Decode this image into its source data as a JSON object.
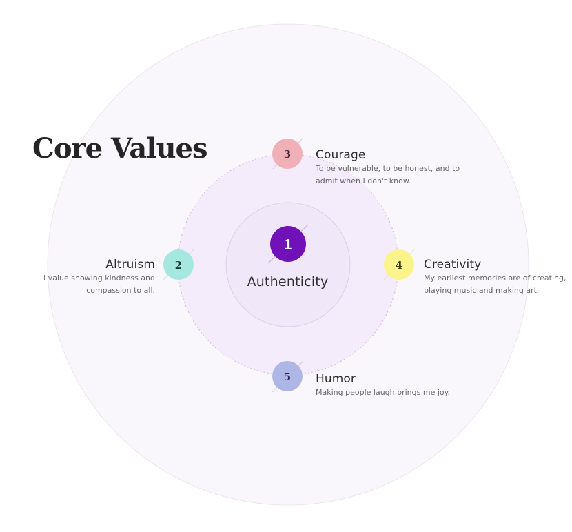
{
  "title": "Core Values",
  "center": {
    "number": "1",
    "label": "Authenticity",
    "color": "#7112b8"
  },
  "values": [
    {
      "key": "altruism",
      "number": "2",
      "label": "Altruism",
      "description_lines": [
        "I value showing kindness and",
        "compassion to all."
      ],
      "color": "#a4e8df"
    },
    {
      "key": "courage",
      "number": "3",
      "label": "Courage",
      "description_lines": [
        "To be vulnerable, to be honest, and to",
        "admit when I don't know."
      ],
      "color": "#efb0b8"
    },
    {
      "key": "creativity",
      "number": "4",
      "label": "Creativity",
      "description_lines": [
        "My earliest memories are of creating,",
        "playing music and making art."
      ],
      "color": "#fbf48a"
    },
    {
      "key": "humor",
      "number": "5",
      "label": "Humor",
      "description_lines": [
        "Making people laugh brings me joy."
      ],
      "color": "#aeb6e6"
    }
  ]
}
